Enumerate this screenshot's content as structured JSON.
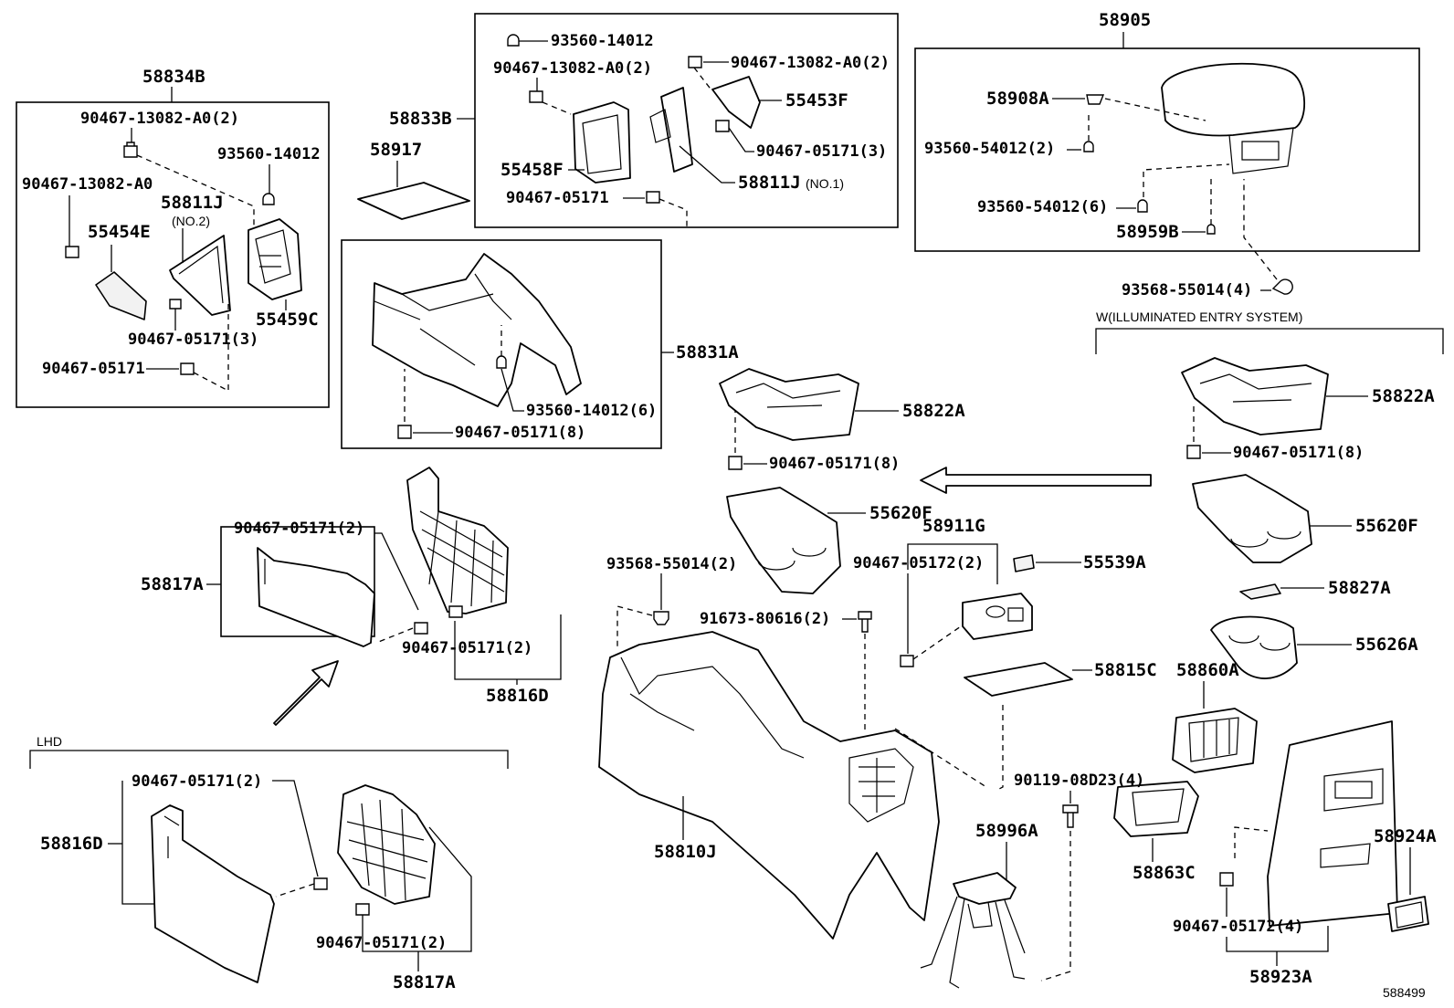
{
  "diagram_id": "588499",
  "section_labels": {
    "lhd": "LHD",
    "illuminated": "W(ILLUMINATED ENTRY SYSTEM)"
  },
  "parts": {
    "p58834B": "58834B",
    "p90467_13082_A0_2_left": "90467-13082-A0(2)",
    "p93560_14012_left": "93560-14012",
    "p90467_13082_A0_left": "90467-13082-A0",
    "p58811J_no2": "58811J",
    "no2": "(NO.2)",
    "p55454E": "55454E",
    "p55459C": "55459C",
    "p90467_05171_3_left": "90467-05171(3)",
    "p90467_05171_left": "90467-05171",
    "p58917": "58917",
    "p58833B": "58833B",
    "p93560_14012_top": "93560-14012",
    "p90467_13082_A0_2_top_l": "90467-13082-A0(2)",
    "p90467_13082_A0_2_top_r": "90467-13082-A0(2)",
    "p55453F": "55453F",
    "p55458F": "55458F",
    "p90467_05171_3_top": "90467-05171(3)",
    "p58811J_no1": "58811J",
    "no1": "(NO.1)",
    "p90467_05171_top": "90467-05171",
    "p58905": "58905",
    "p58908A": "58908A",
    "p93560_54012_2": "93560-54012(2)",
    "p93560_54012_6": "93560-54012(6)",
    "p58959B": "58959B",
    "p93568_55014_4": "93568-55014(4)",
    "p58831A": "58831A",
    "p93560_14012_6": "93560-14012(6)",
    "p90467_05171_8_mid": "90467-05171(8)",
    "p58822A_mid": "58822A",
    "p90467_05171_8_ctr": "90467-05171(8)",
    "p55620F_mid": "55620F",
    "p58822A_right": "58822A",
    "p90467_05171_8_right": "90467-05171(8)",
    "p55620F_right": "55620F",
    "p58827A": "58827A",
    "p55626A": "55626A",
    "p58860A": "58860A",
    "p58863C": "58863C",
    "p58924A": "58924A",
    "p90467_05172_4": "90467-05172(4)",
    "p58923A": "58923A",
    "p58911G": "58911G",
    "p90467_05172_2": "90467-05172(2)",
    "p55539A": "55539A",
    "p58815C": "58815C",
    "p90119_08D23_4": "90119-08D23(4)",
    "p58996A": "58996A",
    "p93568_55014_2": "93568-55014(2)",
    "p91673_80616_2": "91673-80616(2)",
    "p58810J": "58810J",
    "p90467_05171_2_a": "90467-05171(2)",
    "p58817A_top": "58817A",
    "p90467_05171_2_b": "90467-05171(2)",
    "p58816D_top": "58816D",
    "p90467_05171_2_c": "90467-05171(2)",
    "p58816D_lhd": "58816D",
    "p90467_05171_2_d": "90467-05171(2)",
    "p58817A_lhd": "58817A"
  }
}
